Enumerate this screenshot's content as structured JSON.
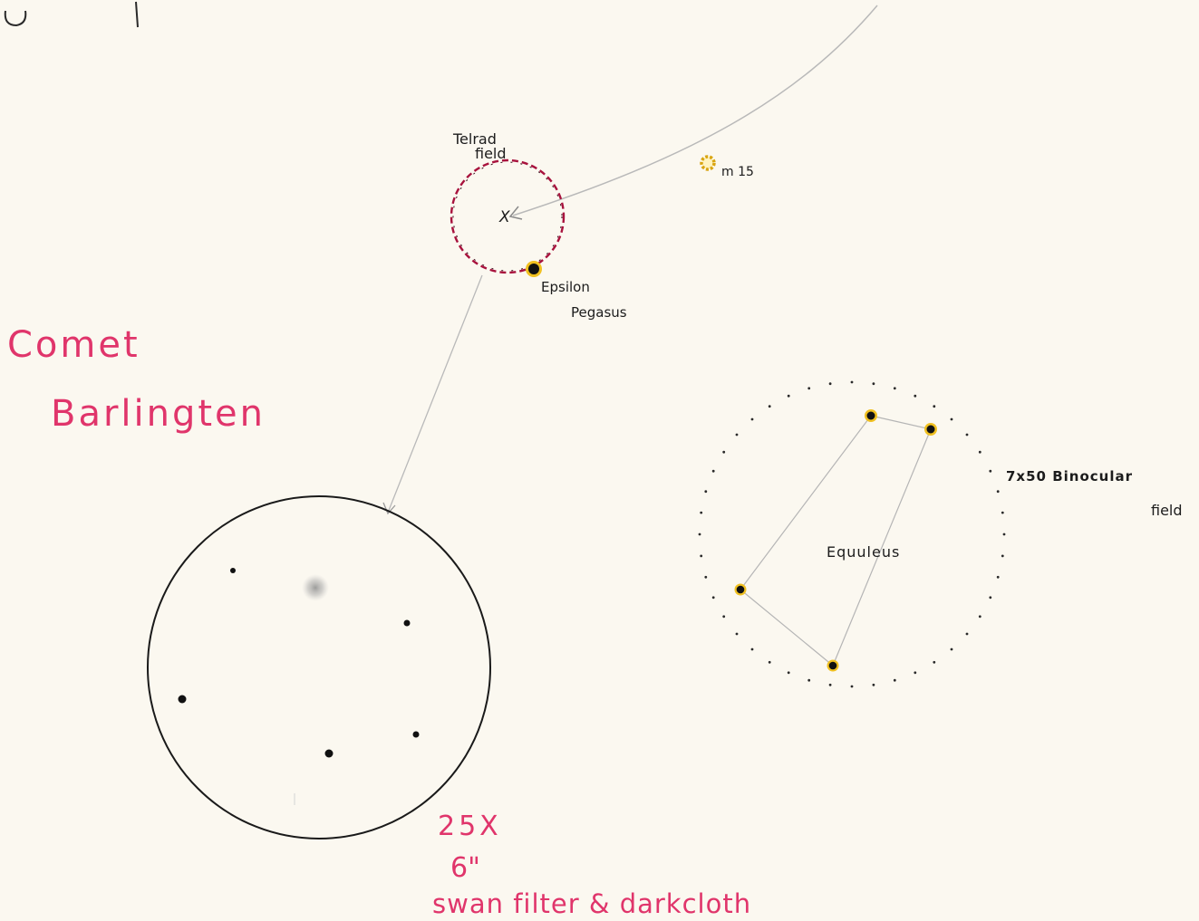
{
  "title": {
    "line1": "Comet",
    "line2": "Barlingten"
  },
  "telrad": {
    "label_line1": "Telrad",
    "label_line2": "field",
    "center_mark": "X"
  },
  "stars": {
    "m15": "m 15",
    "epsilon_line1": "Epsilon",
    "epsilon_line2": "Pegasus"
  },
  "binocular": {
    "label_line1": "7x50 Binocular",
    "label_line2": "field",
    "constellation": "Equuleus"
  },
  "eyepiece": {
    "magnification": "25X",
    "aperture": "6\"",
    "notes": "swan filter & darkcloth"
  },
  "colors": {
    "ink": "#1c1c1c",
    "pink": "#e0356b",
    "crimson": "#a8123d",
    "yellow": "#f0c020",
    "pencil": "#b9b9b9",
    "paper": "#fbf8f0"
  }
}
